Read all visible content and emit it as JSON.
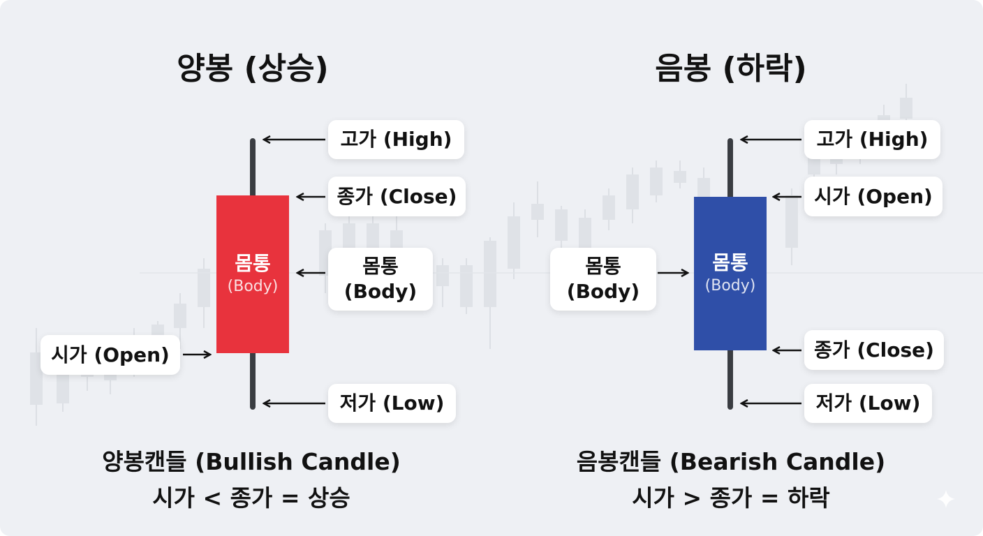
{
  "colors": {
    "background": "#eef0f4",
    "bullish": "#e8333d",
    "bearish": "#2f4fa8",
    "wick": "#3a3d42"
  },
  "bullish": {
    "title": "양봉 (상승)",
    "body_label_1": "몸통",
    "body_label_2": "(Body)",
    "high": "고가 (High)",
    "close": "종가 (Close)",
    "body_1": "몸통",
    "body_2": "(Body)",
    "open": "시가 (Open)",
    "low": "저가 (Low)",
    "caption_1": "양봉캔들 (Bullish Candle)",
    "caption_2": "시가 < 종가 = 상승"
  },
  "bearish": {
    "title": "음봉 (하락)",
    "body_label_1": "몸통",
    "body_label_2": "(Body)",
    "high": "고가 (High)",
    "open": "시가 (Open)",
    "body_1": "몸통",
    "body_2": "(Body)",
    "close": "종가 (Close)",
    "low": "저가 (Low)",
    "caption_1": "음봉캔들 (Bearish Candle)",
    "caption_2": "시가 > 종가 = 하락"
  },
  "icons": {
    "corner": "sparkle-icon"
  }
}
